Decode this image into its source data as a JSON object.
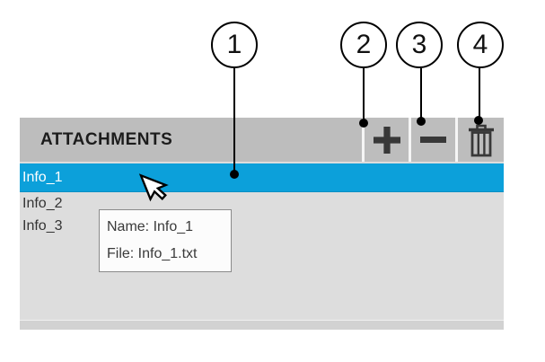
{
  "callouts": [
    {
      "label": "1",
      "target": "selected-attachment-row"
    },
    {
      "label": "2",
      "target": "add-attachment-button"
    },
    {
      "label": "3",
      "target": "remove-attachment-button"
    },
    {
      "label": "4",
      "target": "delete-attachment-button"
    }
  ],
  "panel": {
    "title": "ATTACHMENTS",
    "toolbar": {
      "buttons": [
        {
          "icon": "plus-icon",
          "action": "add"
        },
        {
          "icon": "minus-icon",
          "action": "remove"
        },
        {
          "icon": "trash-icon",
          "action": "delete"
        }
      ]
    },
    "list": {
      "items": [
        {
          "name": "Info_1",
          "selected": true
        },
        {
          "name": "Info_2",
          "selected": false
        },
        {
          "name": "Info_3",
          "selected": false
        }
      ]
    }
  },
  "tooltip": {
    "lines": [
      "Name: Info_1",
      "File: Info_1.txt"
    ]
  },
  "colors": {
    "selection_blue": "#0ca0da",
    "header_gray": "#bdbdbd",
    "list_gray": "#dddddd",
    "footer_gray": "#d2d2d2",
    "icon_dark": "#383838",
    "divider_white": "#f5f5f5",
    "tooltip_border": "#8a8a8a"
  }
}
